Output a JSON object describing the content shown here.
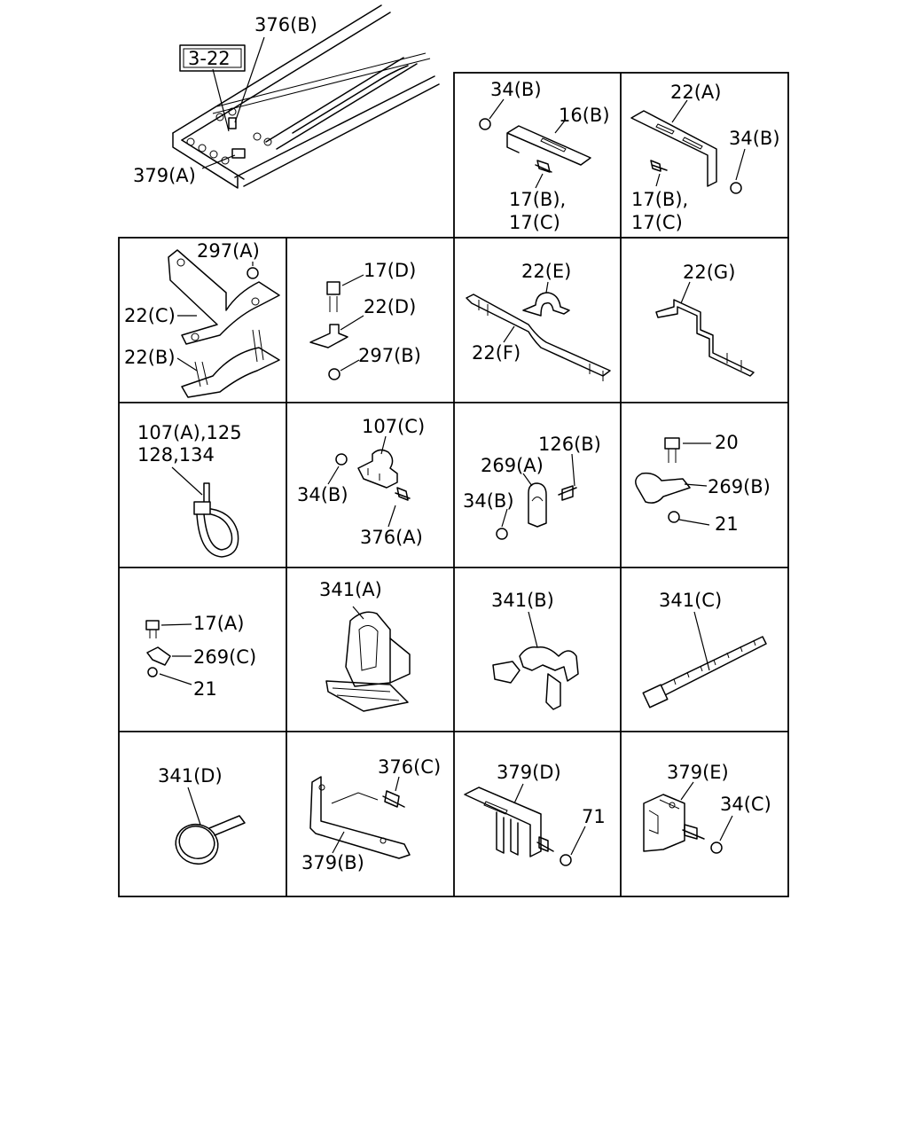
{
  "ref_box": "3-22",
  "frame_labels": {
    "a": "376(B)",
    "b": "379(A)"
  },
  "cells": {
    "r0c2": {
      "a": "34(B)",
      "b": "16(B)",
      "c1": "17(B),",
      "c2": "17(C)"
    },
    "r0c3": {
      "a": "22(A)",
      "b": "34(B)",
      "c1": "17(B),",
      "c2": "17(C)"
    },
    "r1c0": {
      "a": "297(A)",
      "b": "22(C)",
      "c": "22(B)"
    },
    "r1c1": {
      "a": "17(D)",
      "b": "22(D)",
      "c": "297(B)"
    },
    "r1c2": {
      "a": "22(E)",
      "b": "22(F)"
    },
    "r1c3": {
      "a": "22(G)"
    },
    "r2c0": {
      "a1": "107(A),125",
      "a2": "128,134"
    },
    "r2c1": {
      "a": "107(C)",
      "b": "34(B)",
      "c": "376(A)"
    },
    "r2c2": {
      "a": "126(B)",
      "b": "269(A)",
      "c": "34(B)"
    },
    "r2c3": {
      "a": "20",
      "b": "269(B)",
      "c": "21"
    },
    "r3c0": {
      "a": "17(A)",
      "b": "269(C)",
      "c": "21"
    },
    "r3c1": {
      "a": "341(A)"
    },
    "r3c2": {
      "a": "341(B)"
    },
    "r3c3": {
      "a": "341(C)"
    },
    "r4c0": {
      "a": "341(D)"
    },
    "r4c1": {
      "a": "376(C)",
      "b": "379(B)"
    },
    "r4c2": {
      "a": "379(D)",
      "b": "71"
    },
    "r4c3": {
      "a": "379(E)",
      "b": "34(C)"
    }
  }
}
